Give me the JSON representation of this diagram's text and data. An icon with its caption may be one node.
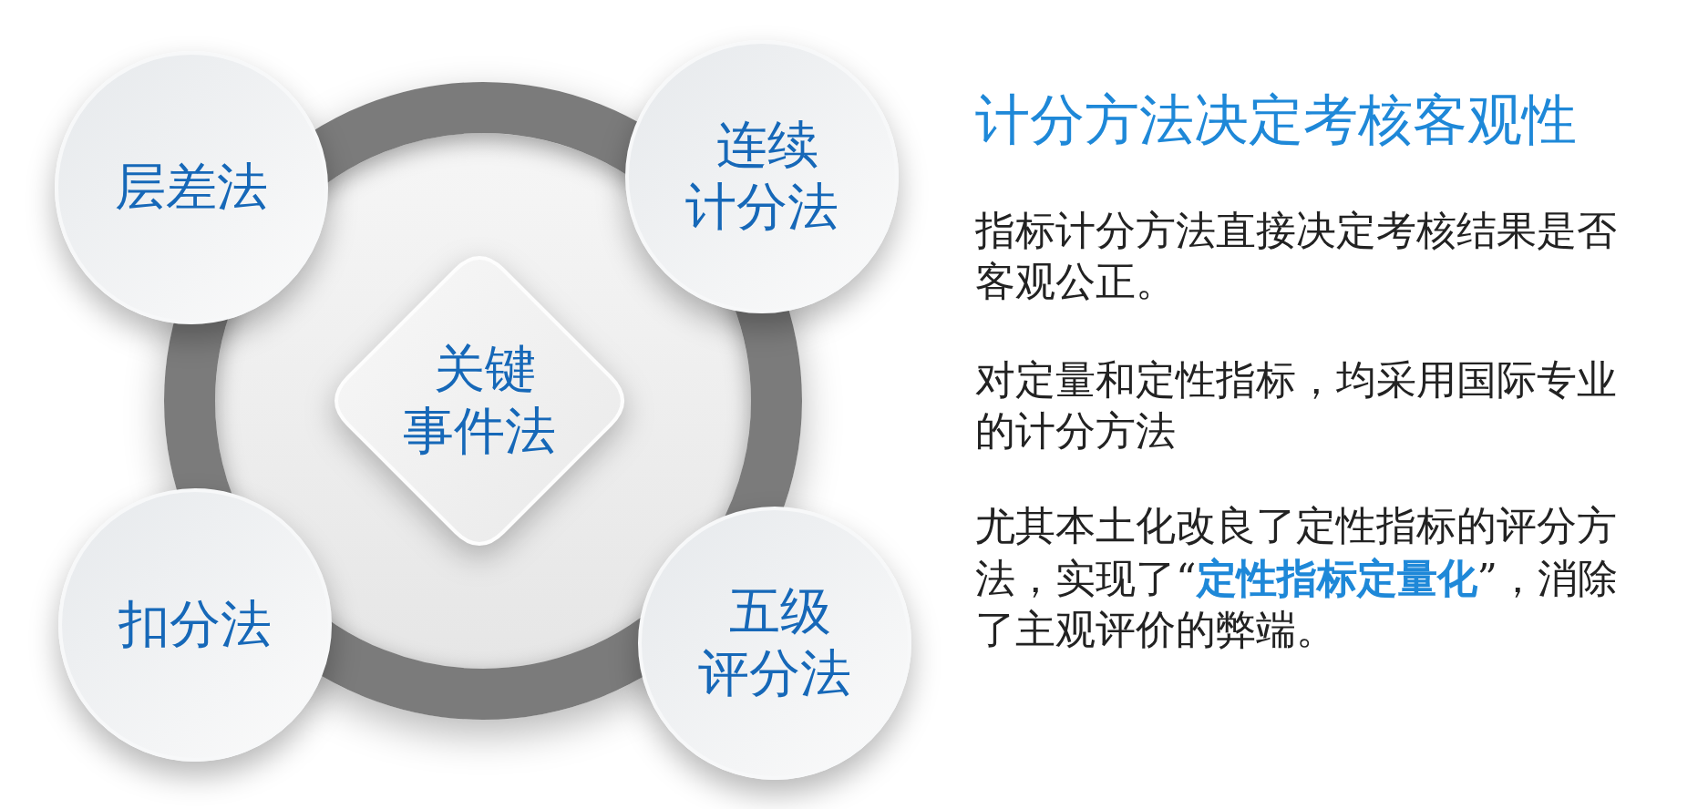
{
  "diagram": {
    "title": "计分方法决定考核客观性",
    "nodes": [
      {
        "text": [],
        "shape": "circle"
      },
      {
        "text": [
          "层差法"
        ]
      },
      {
        "text": [
          "连续计分法"
        ]
      },
      {
        "text": [
          "关键事件法"
        ],
        "in": 0
      },
      {
        "text": [
          "扣分法"
        ]
      },
      {
        "text": [
          "五级评分法"
        ]
      }
    ],
    "labels": [
      "指标计分方法直接决定考核结果是否客观公正。",
      "对定量和定性指标，均采用国际专业的计分方法",
      "尤其本土化改良了定性指标的评分方法，实现了“**定性指标定量化**”，消除了主观评价的弊端。"
    ]
  }
}
